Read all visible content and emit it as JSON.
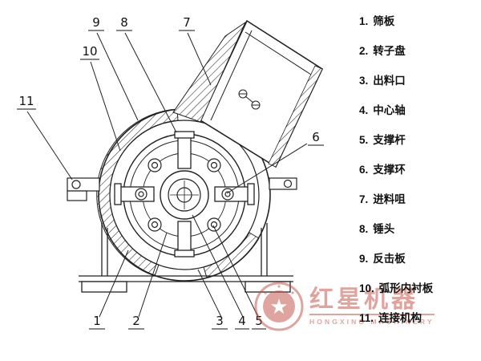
{
  "legend": {
    "items": [
      {
        "num": "1.",
        "label": "筛板"
      },
      {
        "num": "2.",
        "label": "转子盘"
      },
      {
        "num": "3.",
        "label": "出料口"
      },
      {
        "num": "4.",
        "label": "中心轴"
      },
      {
        "num": "5.",
        "label": "支撑杆"
      },
      {
        "num": "6.",
        "label": "支撑环"
      },
      {
        "num": "7.",
        "label": "进料咀"
      },
      {
        "num": "8.",
        "label": "锤头"
      },
      {
        "num": "9.",
        "label": "反击板"
      },
      {
        "num": "10.",
        "label": "弧形内衬板"
      },
      {
        "num": "11.",
        "label": "连接机构"
      }
    ]
  },
  "diagram": {
    "callouts": [
      {
        "n": "9"
      },
      {
        "n": "8"
      },
      {
        "n": "7"
      },
      {
        "n": "10"
      },
      {
        "n": "11"
      },
      {
        "n": "6"
      },
      {
        "n": "1"
      },
      {
        "n": "2"
      },
      {
        "n": "3"
      },
      {
        "n": "4"
      },
      {
        "n": "5"
      }
    ]
  },
  "watermark": {
    "brand": "红星机器",
    "sub": "HONGXING MACHINERY",
    "star": "★"
  },
  "colors": {
    "line": "#222222",
    "watermark_red": "#c34b42",
    "background": "#ffffff"
  }
}
